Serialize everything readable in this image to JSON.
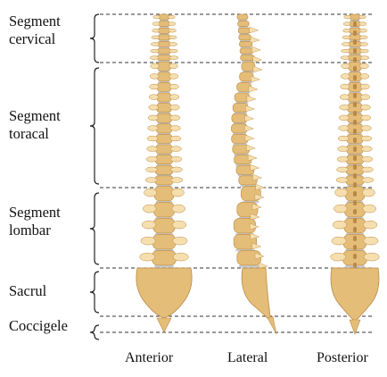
{
  "segments": [
    {
      "id": "cervical",
      "label": "Segment\ncervical"
    },
    {
      "id": "toracal",
      "label": "Segment\ntoracal"
    },
    {
      "id": "lombar",
      "label": "Segment\nlombar"
    },
    {
      "id": "sacrul",
      "label": "Sacrul"
    },
    {
      "id": "coccigele",
      "label": "Coccigele"
    }
  ],
  "views": [
    {
      "id": "anterior",
      "label": "Anterior"
    },
    {
      "id": "lateral",
      "label": "Lateral"
    },
    {
      "id": "posterior",
      "label": "Posterior"
    }
  ],
  "colors": {
    "bone": "#e4bd78",
    "bone_dark": "#b98a45",
    "bone_light": "#f6dfae",
    "disc": "#c9ccd4",
    "guide_line": "#333333"
  }
}
